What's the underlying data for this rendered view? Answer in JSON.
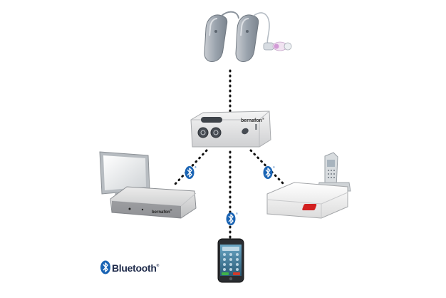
{
  "diagram": {
    "hub": {
      "brand": "bernafon",
      "trademark": "®"
    },
    "tv_streamer": {
      "brand": "bernafon",
      "trademark": "®"
    },
    "bluetooth_logo": {
      "text": "Bluetooth",
      "trademark": "®"
    },
    "bluetooth_badge": {
      "trademark": "®"
    },
    "colors": {
      "bluetooth_blue": "#1a64b4",
      "hearing_aid_grey": "#9aa3ad",
      "device_silver": "#d9dadb",
      "alert_red": "#d22020",
      "connector_dots": "#111111",
      "phone_screen": "#3f7ea0"
    },
    "icons": [
      "hearing-aid-icon",
      "streamer-hub-icon",
      "tv-monitor-icon",
      "tv-adapter-icon",
      "smartphone-icon",
      "cordless-phone-base-icon",
      "bluetooth-icon"
    ]
  }
}
